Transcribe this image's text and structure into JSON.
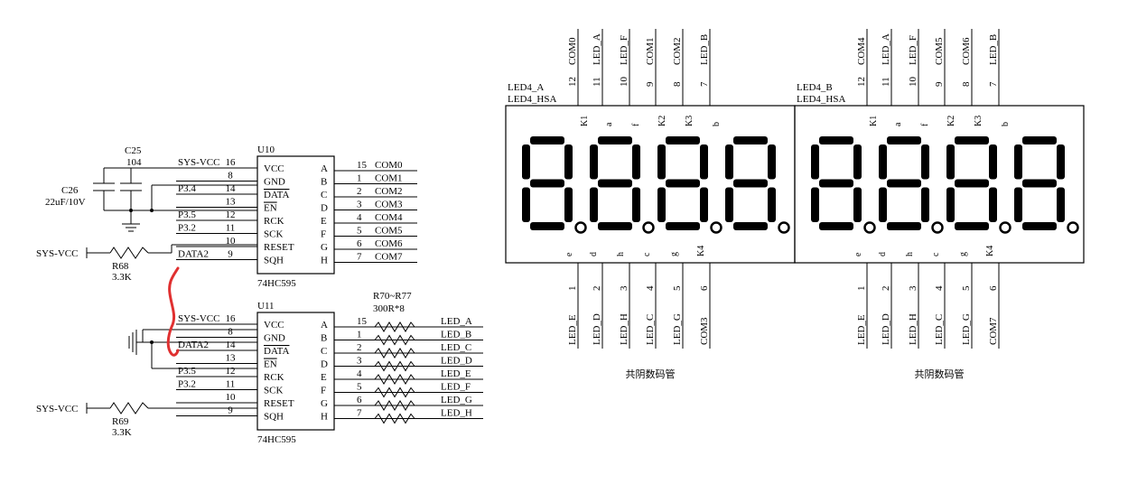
{
  "colors": {
    "ink": "#000000",
    "annotation": "#e03030",
    "background": "#ffffff"
  },
  "supply": {
    "net": "SYS-VCC"
  },
  "capacitors": {
    "c25": {
      "ref": "C25",
      "value": "104"
    },
    "c26": {
      "ref": "C26",
      "value": "22uF/10V"
    }
  },
  "resistors": {
    "r68": {
      "ref": "R68",
      "value": "3.3K"
    },
    "r69": {
      "ref": "R69",
      "value": "3.3K"
    },
    "array": {
      "ref": "R70~R77",
      "value": "300R*8"
    }
  },
  "chips": [
    {
      "ref": "U10",
      "part": "74HC595",
      "left_pins": [
        {
          "num": "16",
          "name": "VCC",
          "net": "SYS-VCC"
        },
        {
          "num": "8",
          "name": "GND",
          "net": ""
        },
        {
          "num": "14",
          "name": "DATA",
          "net": "P3.4"
        },
        {
          "num": "13",
          "name": "EN",
          "net": ""
        },
        {
          "num": "12",
          "name": "RCK",
          "net": "P3.5"
        },
        {
          "num": "11",
          "name": "SCK",
          "net": "P3.2"
        },
        {
          "num": "10",
          "name": "RESET",
          "net": ""
        },
        {
          "num": "9",
          "name": "SQH",
          "net": "DATA2"
        }
      ],
      "right_pins": [
        {
          "letter": "A",
          "num": "15",
          "net": "COM0"
        },
        {
          "letter": "B",
          "num": "1",
          "net": "COM1"
        },
        {
          "letter": "C",
          "num": "2",
          "net": "COM2"
        },
        {
          "letter": "D",
          "num": "3",
          "net": "COM3"
        },
        {
          "letter": "E",
          "num": "4",
          "net": "COM4"
        },
        {
          "letter": "F",
          "num": "5",
          "net": "COM5"
        },
        {
          "letter": "G",
          "num": "6",
          "net": "COM6"
        },
        {
          "letter": "H",
          "num": "7",
          "net": "COM7"
        }
      ]
    },
    {
      "ref": "U11",
      "part": "74HC595",
      "left_pins": [
        {
          "num": "16",
          "name": "VCC",
          "net": "SYS-VCC"
        },
        {
          "num": "8",
          "name": "GND",
          "net": ""
        },
        {
          "num": "14",
          "name": "DATA",
          "net": "DATA2"
        },
        {
          "num": "13",
          "name": "EN",
          "net": ""
        },
        {
          "num": "12",
          "name": "RCK",
          "net": "P3.5"
        },
        {
          "num": "11",
          "name": "SCK",
          "net": "P3.2"
        },
        {
          "num": "10",
          "name": "RESET",
          "net": ""
        },
        {
          "num": "9",
          "name": "SQH",
          "net": ""
        }
      ],
      "right_pins": [
        {
          "letter": "A",
          "num": "15",
          "net": "LED_A"
        },
        {
          "letter": "B",
          "num": "1",
          "net": "LED_B"
        },
        {
          "letter": "C",
          "num": "2",
          "net": "LED_C"
        },
        {
          "letter": "D",
          "num": "3",
          "net": "LED_D"
        },
        {
          "letter": "E",
          "num": "4",
          "net": "LED_E"
        },
        {
          "letter": "F",
          "num": "5",
          "net": "LED_F"
        },
        {
          "letter": "G",
          "num": "6",
          "net": "LED_G"
        },
        {
          "letter": "H",
          "num": "7",
          "net": "LED_H"
        }
      ]
    }
  ],
  "displays": [
    {
      "ref": "LED4_A",
      "type": "LED4_HSA",
      "caption": "共阴数码管",
      "top_pins": [
        {
          "num": "12",
          "net": "COM0"
        },
        {
          "num": "11",
          "net": "LED_A"
        },
        {
          "num": "10",
          "net": "LED_F"
        },
        {
          "num": "9",
          "net": "COM1"
        },
        {
          "num": "8",
          "net": "COM2"
        },
        {
          "num": "7",
          "net": "LED_B"
        }
      ],
      "top_inner": [
        "K1",
        "a",
        "f",
        "K2",
        "K3",
        "b"
      ],
      "bottom_pins": [
        {
          "num": "1",
          "net": "LED_E"
        },
        {
          "num": "2",
          "net": "LED_D"
        },
        {
          "num": "3",
          "net": "LED_H"
        },
        {
          "num": "4",
          "net": "LED_C"
        },
        {
          "num": "5",
          "net": "LED_G"
        },
        {
          "num": "6",
          "net": "COM3"
        }
      ],
      "bottom_inner": [
        "e",
        "d",
        "h",
        "c",
        "g",
        "K4"
      ]
    },
    {
      "ref": "LED4_B",
      "type": "LED4_HSA",
      "caption": "共阴数码管",
      "top_pins": [
        {
          "num": "12",
          "net": "COM4"
        },
        {
          "num": "11",
          "net": "LED_A"
        },
        {
          "num": "10",
          "net": "LED_F"
        },
        {
          "num": "9",
          "net": "COM5"
        },
        {
          "num": "8",
          "net": "COM6"
        },
        {
          "num": "7",
          "net": "LED_B"
        }
      ],
      "top_inner": [
        "K1",
        "a",
        "f",
        "K2",
        "K3",
        "b"
      ],
      "bottom_pins": [
        {
          "num": "1",
          "net": "LED_E"
        },
        {
          "num": "2",
          "net": "LED_D"
        },
        {
          "num": "3",
          "net": "LED_H"
        },
        {
          "num": "4",
          "net": "LED_C"
        },
        {
          "num": "5",
          "net": "LED_G"
        },
        {
          "num": "6",
          "net": "COM7"
        }
      ],
      "bottom_inner": [
        "e",
        "d",
        "h",
        "c",
        "g",
        "K4"
      ]
    }
  ]
}
